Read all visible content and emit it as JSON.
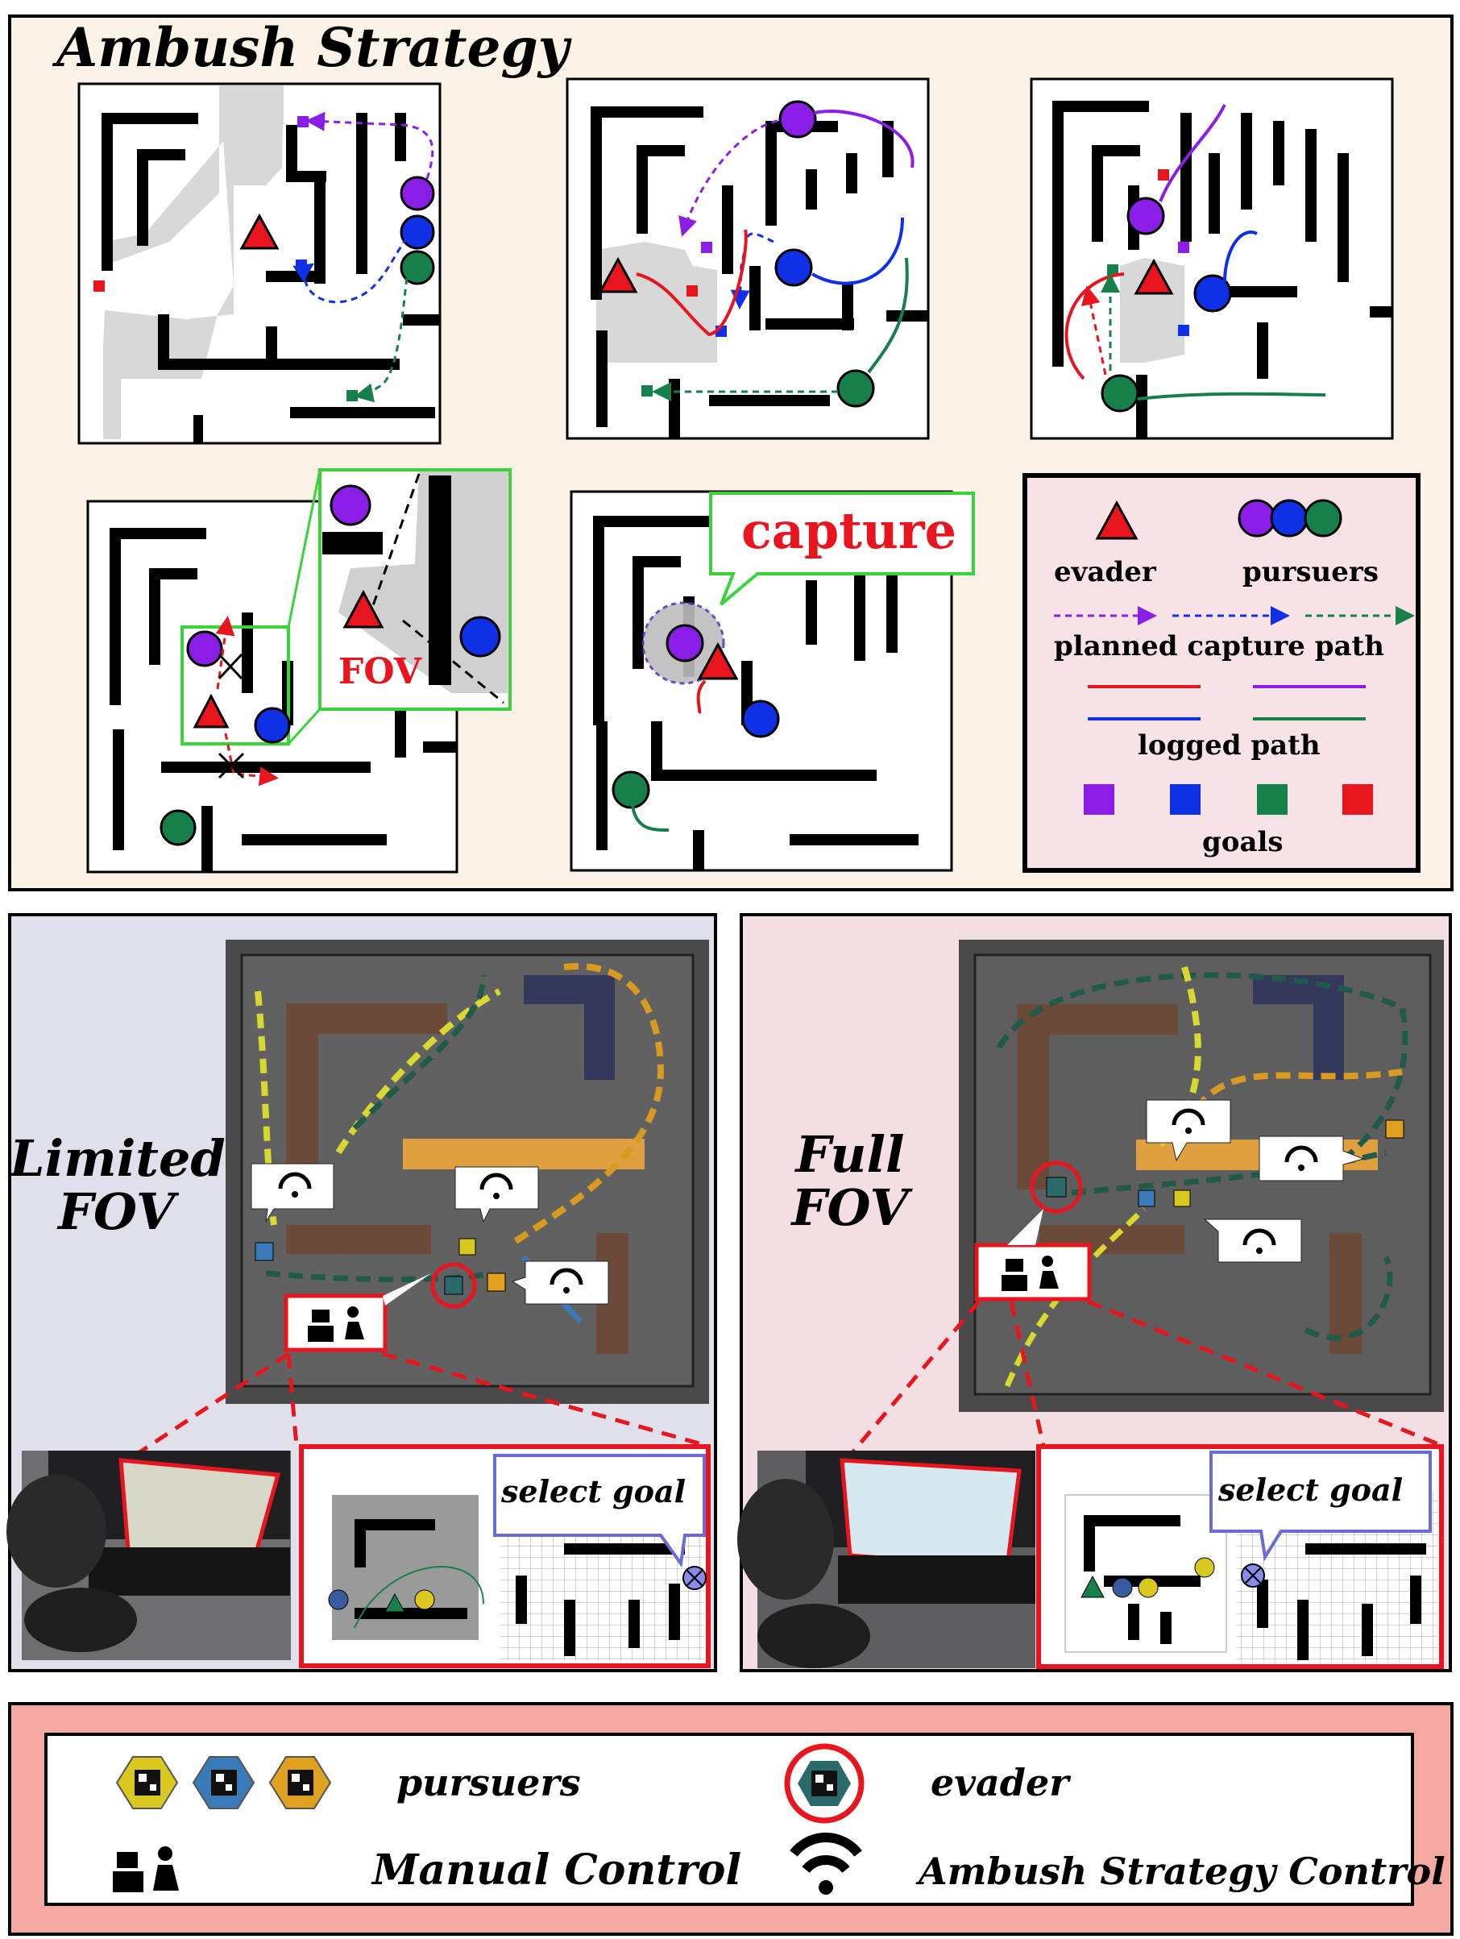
{
  "top": {
    "title": "Ambush Strategy",
    "capture_label": "capture",
    "fov_label": "FOV",
    "legend": {
      "evader": "evader",
      "pursuers": "pursuers",
      "planned": "planned capture path",
      "logged": "logged path",
      "goals": "goals"
    }
  },
  "limited": {
    "title_line1": "Limited",
    "title_line2": "FOV",
    "select_goal": "select goal"
  },
  "full": {
    "title_line1": "Full",
    "title_line2": "FOV",
    "select_goal": "select goal"
  },
  "bottom_legend": {
    "pursuers": "pursuers",
    "evader": "evader",
    "manual": "Manual Control",
    "ambush": "Ambush Strategy Control"
  },
  "colors": {
    "purple": "#8a1ee6",
    "blue": "#1030e8",
    "green": "#17804a",
    "red": "#e8141e",
    "top_bg": "#fbf3e8",
    "legend_bg": "#f7e3e6",
    "limited_bg": "#e0e0ea",
    "full_bg": "#f3dfe3",
    "bottom_bg": "#f4a9a3",
    "fov_box": "#3ad43a",
    "select_box": "#6a6ad8"
  },
  "icons": [
    "evader-triangle-icon",
    "pursuer-circle-icon",
    "goal-square-icon",
    "wifi-icon",
    "manual-control-icon",
    "cross-icon"
  ]
}
